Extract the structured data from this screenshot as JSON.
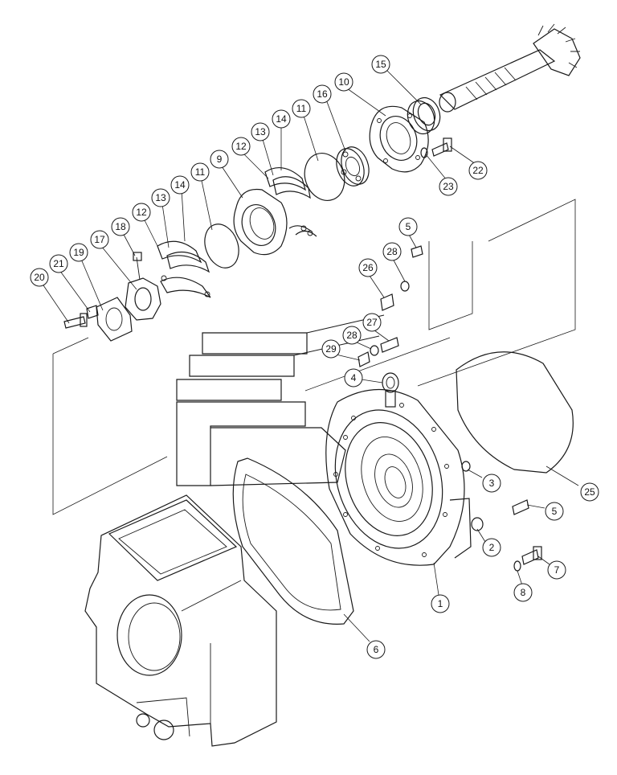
{
  "colors": {
    "line": "#1a1a1a",
    "background": "#ffffff"
  },
  "callouts": [
    {
      "id": "c15",
      "label": "15"
    },
    {
      "id": "c10",
      "label": "10"
    },
    {
      "id": "c16",
      "label": "16"
    },
    {
      "id": "c11a",
      "label": "11"
    },
    {
      "id": "c14a",
      "label": "14"
    },
    {
      "id": "c13a",
      "label": "13"
    },
    {
      "id": "c12a",
      "label": "12"
    },
    {
      "id": "c9",
      "label": "9"
    },
    {
      "id": "c11b",
      "label": "11"
    },
    {
      "id": "c14b",
      "label": "14"
    },
    {
      "id": "c13b",
      "label": "13"
    },
    {
      "id": "c12b",
      "label": "12"
    },
    {
      "id": "c18",
      "label": "18"
    },
    {
      "id": "c17",
      "label": "17"
    },
    {
      "id": "c19",
      "label": "19"
    },
    {
      "id": "c21",
      "label": "21"
    },
    {
      "id": "c20",
      "label": "20"
    },
    {
      "id": "c22",
      "label": "22"
    },
    {
      "id": "c23",
      "label": "23"
    },
    {
      "id": "c5a",
      "label": "5"
    },
    {
      "id": "c28a",
      "label": "28"
    },
    {
      "id": "c26",
      "label": "26"
    },
    {
      "id": "c27",
      "label": "27"
    },
    {
      "id": "c28b",
      "label": "28"
    },
    {
      "id": "c29",
      "label": "29"
    },
    {
      "id": "c4",
      "label": "4"
    },
    {
      "id": "c25",
      "label": "25"
    },
    {
      "id": "c3",
      "label": "3"
    },
    {
      "id": "c5b",
      "label": "5"
    },
    {
      "id": "c2",
      "label": "2"
    },
    {
      "id": "c7",
      "label": "7"
    },
    {
      "id": "c8",
      "label": "8"
    },
    {
      "id": "c1",
      "label": "1"
    },
    {
      "id": "c6",
      "label": "6"
    }
  ]
}
